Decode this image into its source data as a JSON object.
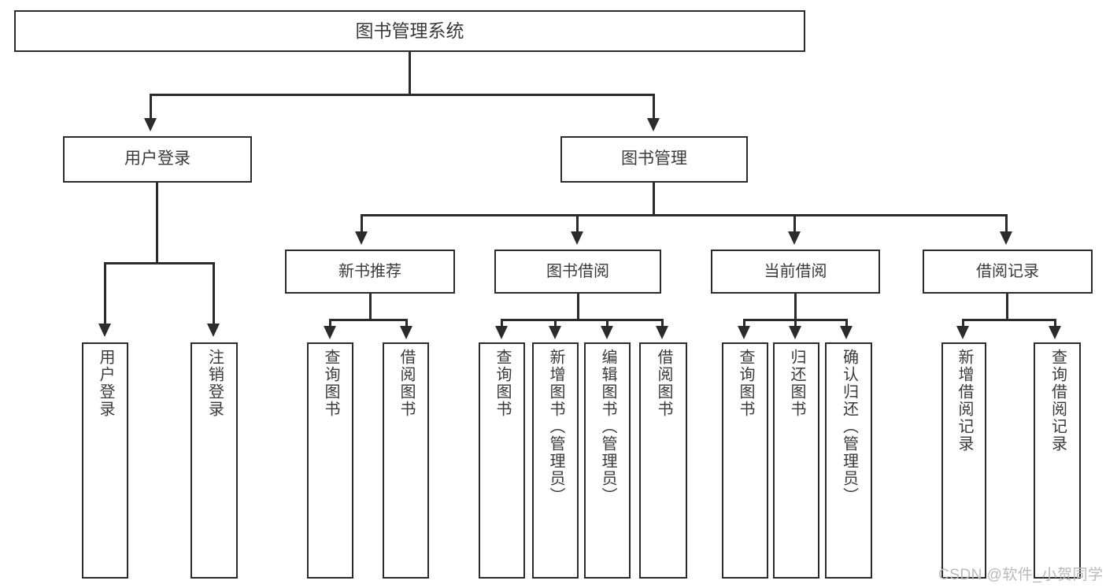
{
  "diagram": {
    "title": "图书管理系统",
    "root": {
      "label": "图书管理系统"
    },
    "level1": [
      {
        "label": "用户登录"
      },
      {
        "label": "图书管理"
      }
    ],
    "level2": [
      {
        "label": "新书推荐"
      },
      {
        "label": "图书借阅"
      },
      {
        "label": "当前借阅"
      },
      {
        "label": "借阅记录"
      }
    ],
    "leaves": {
      "user_login": [
        {
          "label": "用户登录"
        },
        {
          "label": "注销登录"
        }
      ],
      "new_book_recommend": [
        {
          "label": "查询图书"
        },
        {
          "label": "借阅图书"
        }
      ],
      "book_borrow": [
        {
          "label": "查询图书"
        },
        {
          "label": "新增图书（管理员）"
        },
        {
          "label": "编辑图书（管理员）"
        },
        {
          "label": "借阅图书"
        }
      ],
      "current_borrow": [
        {
          "label": "查询图书"
        },
        {
          "label": "归还图书"
        },
        {
          "label": "确认归还（管理员）"
        }
      ],
      "borrow_record": [
        {
          "label": "新增借阅记录"
        },
        {
          "label": "查询借阅记录"
        }
      ]
    }
  },
  "watermark": {
    "text": "CSDN @软件_小贺同学"
  },
  "colors": {
    "border": "#2b2b2b",
    "text": "#3a3a3a",
    "background": "#ffffff",
    "watermark": "#b9b9b9"
  }
}
